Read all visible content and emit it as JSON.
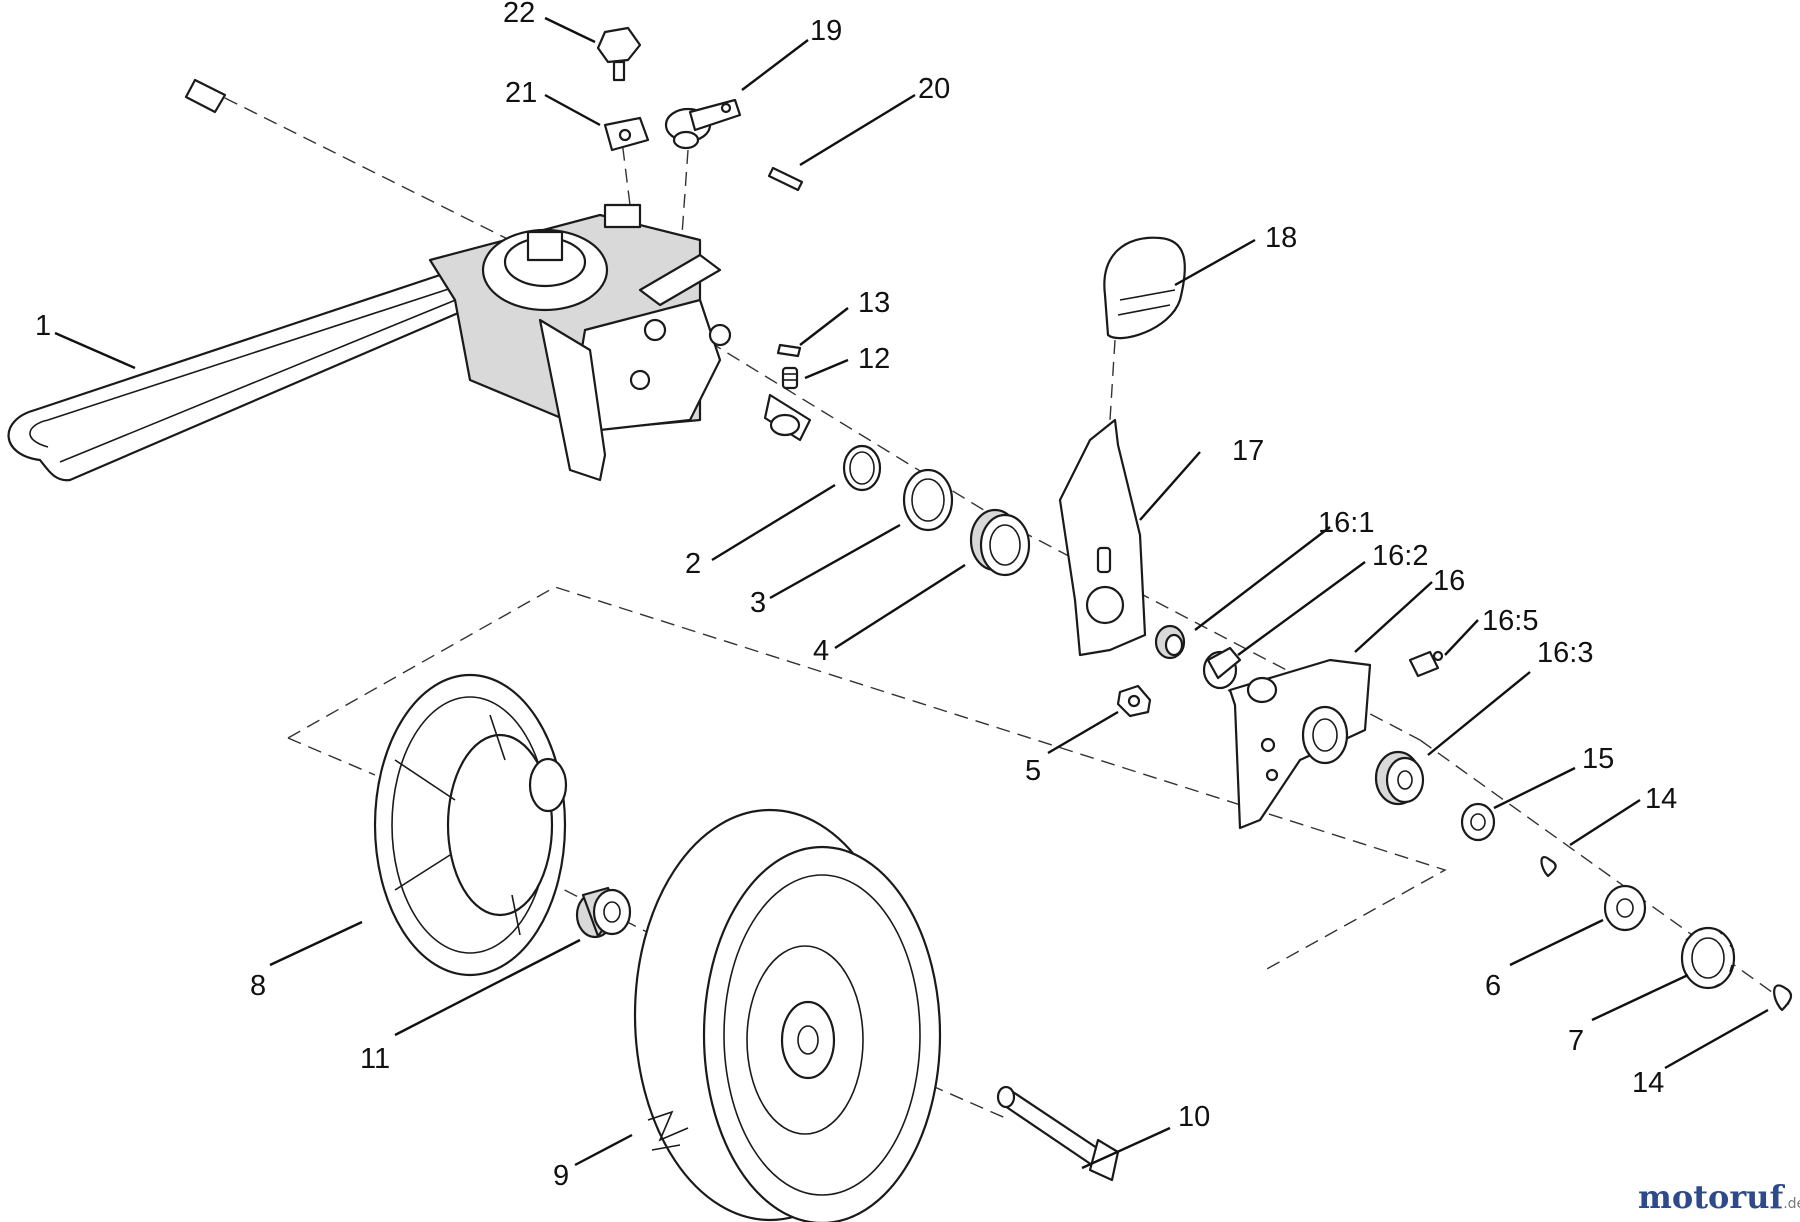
{
  "diagram": {
    "callouts": [
      "22",
      "19",
      "21",
      "20",
      "18",
      "1",
      "13",
      "12",
      "17",
      "2",
      "3",
      "16:1",
      "16:2",
      "16",
      "4",
      "16:5",
      "16:3",
      "5",
      "15",
      "14",
      "8",
      "6",
      "11",
      "7",
      "14",
      "10",
      "9"
    ]
  },
  "watermark": {
    "text_main": "motoruf",
    "text_suffix": ".de",
    "color_main": "#2e4a8a",
    "color_accent": "#e08a1e"
  }
}
